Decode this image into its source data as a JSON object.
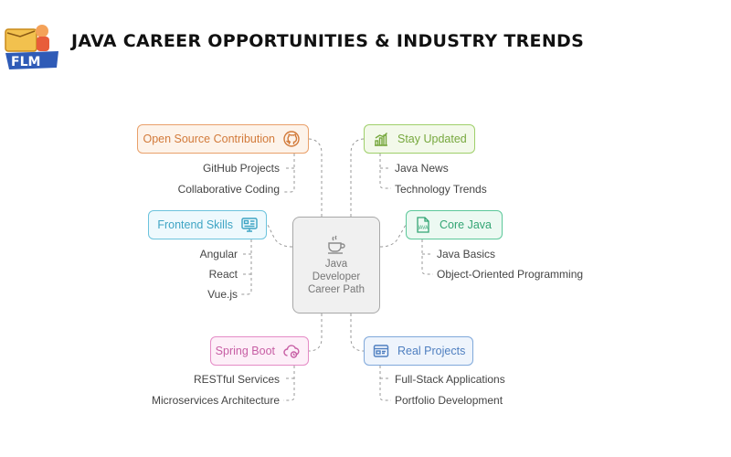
{
  "header": {
    "logo_text": "FLM",
    "title": "JAVA CAREER OPPORTUNITIES & INDUSTRY TRENDS"
  },
  "center": {
    "icon": "coffee-cup-icon",
    "line1": "Java",
    "line2": "Developer",
    "line3": "Career Path"
  },
  "branches": {
    "open_source": {
      "label": "Open Source Contribution",
      "icon": "github-icon",
      "color": "#e9a06a",
      "bg": "#fdf3ea",
      "items": [
        "GitHub Projects",
        "Collaborative Coding"
      ]
    },
    "frontend": {
      "label": "Frontend Skills",
      "icon": "dashboard-icon",
      "color": "#6cc3dd",
      "bg": "#eef9fd",
      "items": [
        "Angular",
        "React",
        "Vue.js"
      ]
    },
    "spring_boot": {
      "label": "Spring Boot",
      "icon": "cloud-icon",
      "color": "#e58bc6",
      "bg": "#fdeff8",
      "items": [
        "RESTful Services",
        "Microservices Architecture"
      ]
    },
    "stay_updated": {
      "label": "Stay Updated",
      "icon": "chart-icon",
      "color": "#9fcf6a",
      "bg": "#f3f9ea",
      "items": [
        "Java News",
        "Technology Trends"
      ]
    },
    "core_java": {
      "label": "Core Java",
      "icon": "java-file-icon",
      "color": "#5cc89a",
      "bg": "#ecf9f2",
      "items": [
        "Java Basics",
        "Object-Oriented Programming"
      ]
    },
    "real_projects": {
      "label": "Real Projects",
      "icon": "browser-window-icon",
      "color": "#7fa8da",
      "bg": "#eef4fc",
      "items": [
        "Full-Stack Applications",
        "Portfolio Development"
      ]
    }
  }
}
